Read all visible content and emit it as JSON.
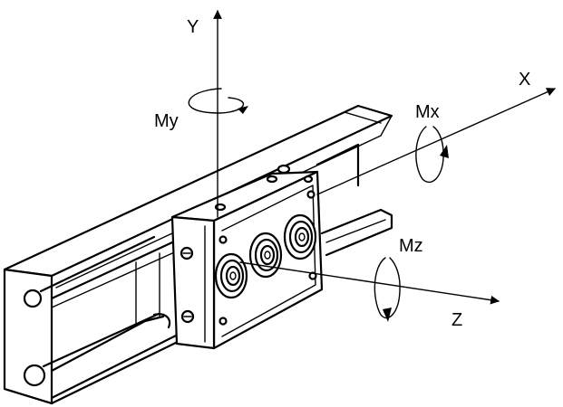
{
  "axes": {
    "y": {
      "label": "Y",
      "moment": "My"
    },
    "x": {
      "label": "X",
      "moment": "Mx"
    },
    "z": {
      "label": "Z",
      "moment": "Mz"
    }
  },
  "colors": {
    "ink": "#000000",
    "background": "#ffffff"
  }
}
